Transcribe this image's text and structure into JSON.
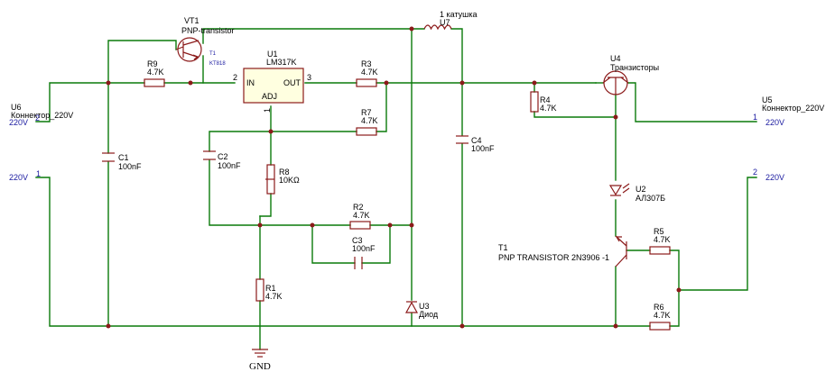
{
  "labels": {
    "vt1_ref": "VT1",
    "vt1_val": "PNP-transistor",
    "vt1_t1": "T1",
    "vt1_part": "KT818",
    "l_coil": "1 катушка",
    "l_ref": "U7",
    "u1_ref": "U1",
    "u1_val": "LM317K",
    "u1_in": "IN",
    "u1_out": "OUT",
    "u1_adj": "ADJ",
    "u1_pin_in": "2",
    "u1_pin_out": "3",
    "u1_pin_adj": "1",
    "r9_ref": "R9",
    "r9_val": "4.7K",
    "r3_ref": "R3",
    "r3_val": "4.7K",
    "r7_ref": "R7",
    "r7_val": "4.7K",
    "r8_ref": "R8",
    "r8_val": "10KΩ",
    "r2_ref": "R2",
    "r2_val": "4.7K",
    "r1_ref": "R1",
    "r1_val": "4.7K",
    "r4_ref": "R4",
    "r4_val": "4.7K",
    "r5_ref": "R5",
    "r5_val": "4.7K",
    "r6_ref": "R6",
    "r6_val": "4.7K",
    "c1_ref": "C1",
    "c1_val": "100nF",
    "c2_ref": "C2",
    "c2_val": "100nF",
    "c3_ref": "C3",
    "c3_val": "100nF",
    "c4_ref": "C4",
    "c4_val": "100nF",
    "u3_ref": "U3",
    "u3_val": "Диод",
    "u4_ref": "U4",
    "u4_val": "Транзисторы",
    "u2_ref": "U2",
    "u2_val": "АЛ307Б",
    "t1_ref": "T1",
    "t1_val": "PNP TRANSISTOR 2N3906 -1",
    "u6_ref": "U6",
    "u6_val": "Коннектор_220V",
    "u6_net2": "220V",
    "u6_pin2": "2",
    "u6_net1": "220V",
    "u6_pin1": "1",
    "u5_ref": "U5",
    "u5_val": "Коннектор_220V",
    "u5_net1": "220V",
    "u5_pin1": "1",
    "u5_net2": "220V",
    "u5_pin2": "2",
    "gnd": "GND"
  }
}
